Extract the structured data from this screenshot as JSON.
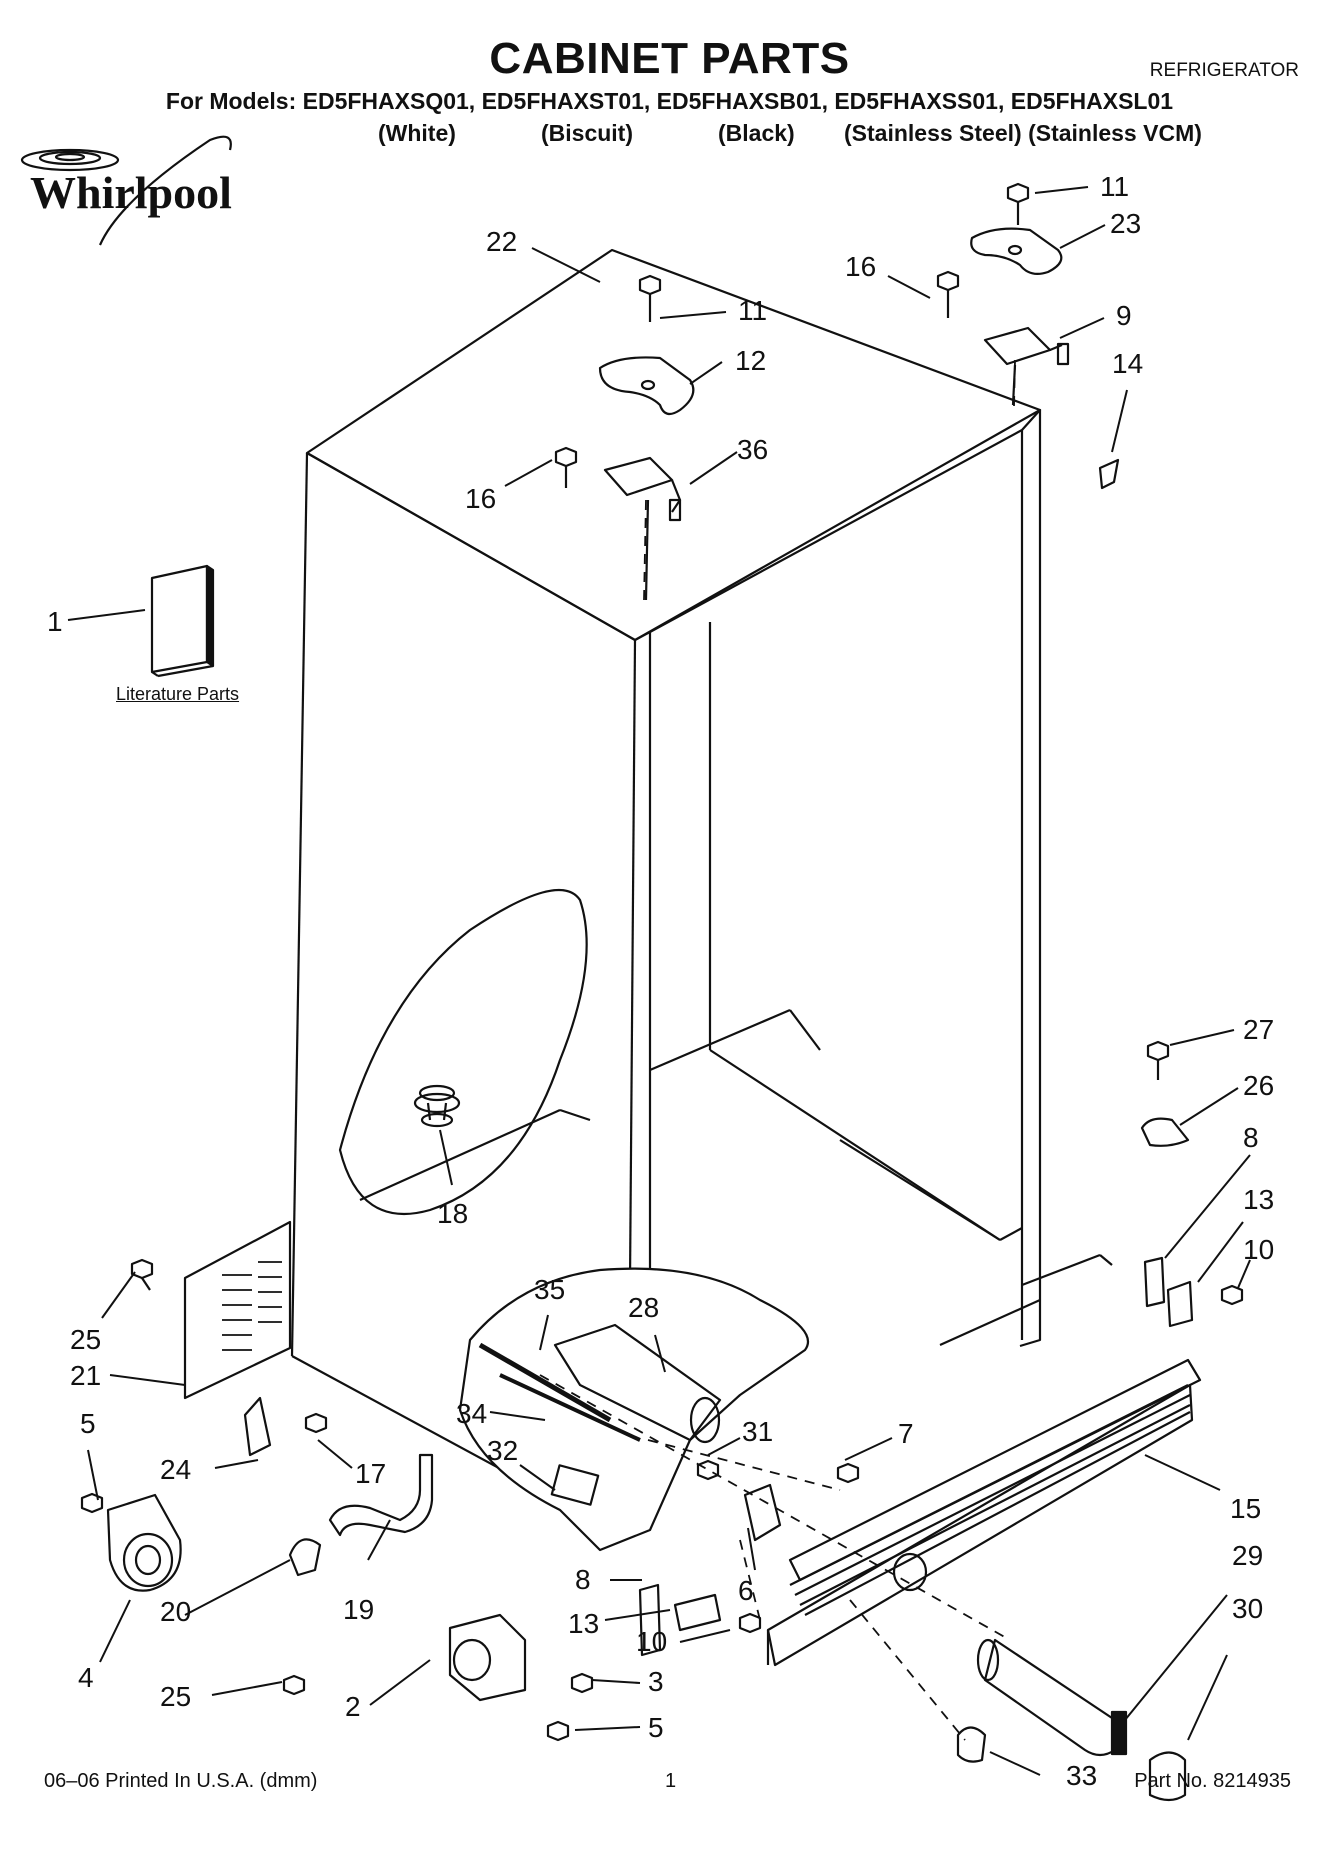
{
  "header": {
    "title": "CABINET PARTS",
    "subtitle": "REFRIGERATOR",
    "models": "For Models: ED5FHAXSQ01, ED5FHAXST01, ED5FHAXSB01, ED5FHAXSS01, ED5FHAXSL01",
    "colors": [
      "(White)",
      "(Biscuit)",
      "(Black)",
      "(Stainless Steel) (Stainless VCM)"
    ]
  },
  "brand": "Whirlpool",
  "literature_label": "Literature Parts",
  "callouts": [
    "11",
    "23",
    "22",
    "16",
    "11",
    "9",
    "12",
    "14",
    "36",
    "16",
    "1",
    "27",
    "26",
    "8",
    "13",
    "10",
    "18",
    "35",
    "28",
    "25",
    "21",
    "34",
    "31",
    "7",
    "5",
    "24",
    "17",
    "32",
    "15",
    "8",
    "6",
    "29",
    "30",
    "13",
    "10",
    "20",
    "19",
    "4",
    "25",
    "3",
    "2",
    "5",
    "33"
  ],
  "footer": {
    "left": "06–06 Printed In U.S.A. (dmm)",
    "center": "1",
    "right": "Part No. 8214935"
  }
}
